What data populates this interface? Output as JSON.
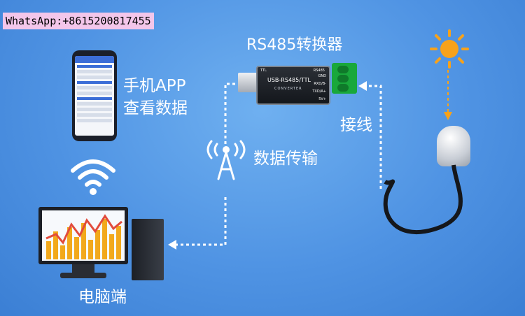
{
  "watermark": "WhatsApp:+8615200817455",
  "title": "RS485转换器",
  "labels": {
    "phone_app_line1": "手机APP",
    "phone_app_line2": "查看数据",
    "data_transfer": "数据传输",
    "wiring": "接线",
    "pc": "电脑端"
  },
  "converter": {
    "top_left": "TTL",
    "top_right": "RS485",
    "model": "USB-RS485/TTL",
    "sub": "CONVERTER",
    "pins": [
      "GND",
      "RXD/B-",
      "TXD/A+",
      "5V+"
    ]
  },
  "icons": [
    "sun-icon",
    "wifi-icon",
    "antenna-icon"
  ],
  "colors": {
    "background": "#4f93e3",
    "arrow": "#ffffff",
    "sun": "#f7a21b",
    "terminal": "#19a83b",
    "bars": "#f2a91c",
    "line": "#e24b3c"
  }
}
